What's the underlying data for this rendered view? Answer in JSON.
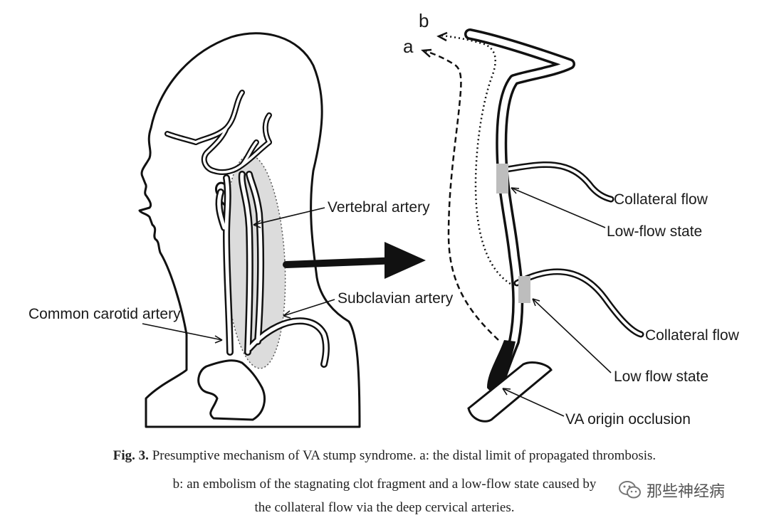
{
  "labels": {
    "vertebral": "Vertebral artery",
    "subclavian": "Subclavian artery",
    "common_carotid": "Common carotid artery",
    "collateral_1": "Collateral flow",
    "low_flow_1": "Low-flow state",
    "collateral_2": "Collateral flow",
    "low_flow_2": "Low flow state",
    "va_origin": "VA origin occlusion",
    "path_a": "a",
    "path_b": "b"
  },
  "caption": {
    "fig_label": "Fig. 3.",
    "line1": "Presumptive mechanism of VA stump syndrome. a: the distal limit of propagated thrombosis.",
    "line2": "b: an embolism of the stagnating clot fragment and a low-flow state caused by",
    "line3": "the collateral flow via the deep cervical arteries."
  },
  "watermark": {
    "icon": "wechat-icon",
    "text": "那些神经病"
  },
  "colors": {
    "ink": "#111111",
    "shade": "#d9d9d9",
    "lowflow": "#bdbdbd"
  }
}
